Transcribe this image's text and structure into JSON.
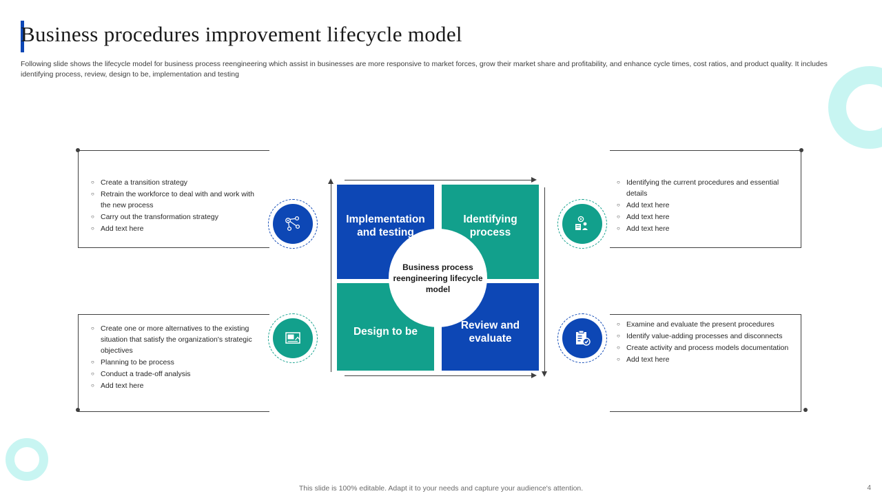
{
  "slide": {
    "title": "Business procedures improvement lifecycle model",
    "subtitle": "Following slide shows the lifecycle model for business process reengineering which  assist in businesses are more responsive to market forces, grow their market share and profitability, and enhance cycle times, cost ratios, and product quality.  It includes identifying process, review, design to be, implementation and testing",
    "footer_note": "This slide is 100% editable. Adapt it to your needs and capture your audience's attention.",
    "page_number": "4"
  },
  "colors": {
    "blue": "#0d47b5",
    "teal": "#12a08c",
    "mint": "#c8f5f2",
    "text": "#262626"
  },
  "center": {
    "label": "Business  process reengineering lifecycle model"
  },
  "quadrants": [
    {
      "id": "implementation",
      "label": "Implementation and testing",
      "color": "#0d47b5"
    },
    {
      "id": "identifying",
      "label": "Identifying process",
      "color": "#12a08c"
    },
    {
      "id": "design",
      "label": "Design to be",
      "color": "#12a08c"
    },
    {
      "id": "review",
      "label": "Review and evaluate",
      "color": "#0d47b5"
    }
  ],
  "panels": {
    "top_left": {
      "icon": "network-strategy-icon",
      "badge_color": "#0d47b5",
      "items": [
        "Create a transition strategy",
        "Retrain the workforce  to deal  with and work with the new process",
        "Carry out the transformation  strategy",
        "Add text here"
      ]
    },
    "top_right": {
      "icon": "people-gear-icon",
      "badge_color": "#12a08c",
      "items": [
        "Identifying the current procedures  and essential details",
        "Add text here",
        "Add text here",
        "Add text here"
      ]
    },
    "bottom_left": {
      "icon": "design-document-icon",
      "badge_color": "#12a08c",
      "items": [
        "Create one or more alternatives to the existing situation that satisfy the organization's  strategic objectives",
        "Planning to be process",
        "Conduct a trade-off  analysis",
        "Add text here"
      ]
    },
    "bottom_right": {
      "icon": "checklist-clipboard-icon",
      "badge_color": "#0d47b5",
      "items": [
        "Examine and evaluate  the present procedures",
        "Identify value-adding  processes and disconnects",
        "Create activity  and process models documentation",
        "Add text here"
      ]
    }
  }
}
